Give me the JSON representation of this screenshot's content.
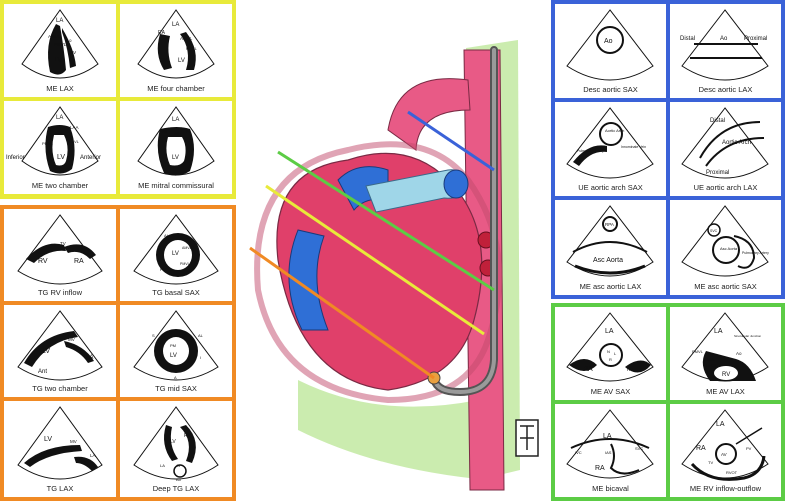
{
  "colors": {
    "yellow": "#e8ea3a",
    "orange": "#f08a24",
    "blue": "#3a62d8",
    "green": "#5ccc45",
    "heart_red": "#e0406a",
    "vessel_blue": "#2f6fd6",
    "aorta_pink": "#e85a86"
  },
  "panels": {
    "yellow": {
      "views": [
        {
          "caption": "ME LAX",
          "labels": [
            "LA",
            "AMVL",
            "PMVL",
            "LV",
            "RV",
            "Ao"
          ]
        },
        {
          "caption": "ME four chamber",
          "labels": [
            "LA",
            "AMVL",
            "RA",
            "LV",
            "RV",
            "PMVL"
          ]
        },
        {
          "caption": "ME two chamber",
          "labels": [
            "LA",
            "LAA",
            "LV",
            "AMVL",
            "PMVL",
            "Inferior",
            "Anterior"
          ]
        },
        {
          "caption": "ME mitral commissural",
          "labels": [
            "LA",
            "P3",
            "A2",
            "P1",
            "LV"
          ]
        }
      ]
    },
    "orange": {
      "views": [
        {
          "caption": "TG RV inflow",
          "labels": [
            "TV",
            "RV",
            "RA"
          ]
        },
        {
          "caption": "TG basal SAX",
          "labels": [
            "AL",
            "PM",
            "LV",
            "AMVL",
            "PMVL"
          ]
        },
        {
          "caption": "TG two chamber",
          "labels": [
            "MV",
            "LV",
            "LA",
            "Ant"
          ]
        },
        {
          "caption": "TG mid SAX",
          "labels": [
            "S",
            "PM",
            "LV",
            "AL",
            "I",
            "A"
          ]
        },
        {
          "caption": "TG LAX",
          "labels": [
            "LV",
            "MV",
            "Ao",
            "LA"
          ]
        },
        {
          "caption": "Deep TG LAX",
          "labels": [
            "LV",
            "RV",
            "AV",
            "LA",
            "Ao"
          ]
        }
      ]
    },
    "blue": {
      "views": [
        {
          "caption": "Desc aortic SAX",
          "labels": [
            "Ao"
          ]
        },
        {
          "caption": "Desc aortic LAX",
          "labels": [
            "Distal",
            "Ao",
            "Proximal"
          ]
        },
        {
          "caption": "UE aortic arch SAX",
          "labels": [
            "Aortic Arch",
            "Pulmonary Artery",
            "Innominate Vein"
          ]
        },
        {
          "caption": "UE aortic arch LAX",
          "labels": [
            "Distal",
            "Aortic Arch",
            "Proximal"
          ]
        },
        {
          "caption": "ME asc aortic LAX",
          "labels": [
            "RPA",
            "Asc Aorta"
          ]
        },
        {
          "caption": "ME asc aortic SAX",
          "labels": [
            "SVC",
            "Asc Aorta",
            "Pulmonary Artery"
          ]
        }
      ]
    },
    "green": {
      "views": [
        {
          "caption": "ME AV SAX",
          "labels": [
            "LA",
            "RA",
            "N",
            "L",
            "R",
            "RV"
          ]
        },
        {
          "caption": "ME AV LAX",
          "labels": [
            "LA",
            "Sinotubular Junction",
            "PMVL",
            "AMVL",
            "Ao",
            "LVOT",
            "RV"
          ]
        },
        {
          "caption": "ME bicaval",
          "labels": [
            "LA",
            "SVC",
            "IAS",
            "IVC",
            "RA"
          ]
        },
        {
          "caption": "ME RV inflow-outflow",
          "labels": [
            "LA",
            "RA",
            "AV",
            "TV",
            "PV",
            "RVOT"
          ]
        }
      ]
    }
  }
}
